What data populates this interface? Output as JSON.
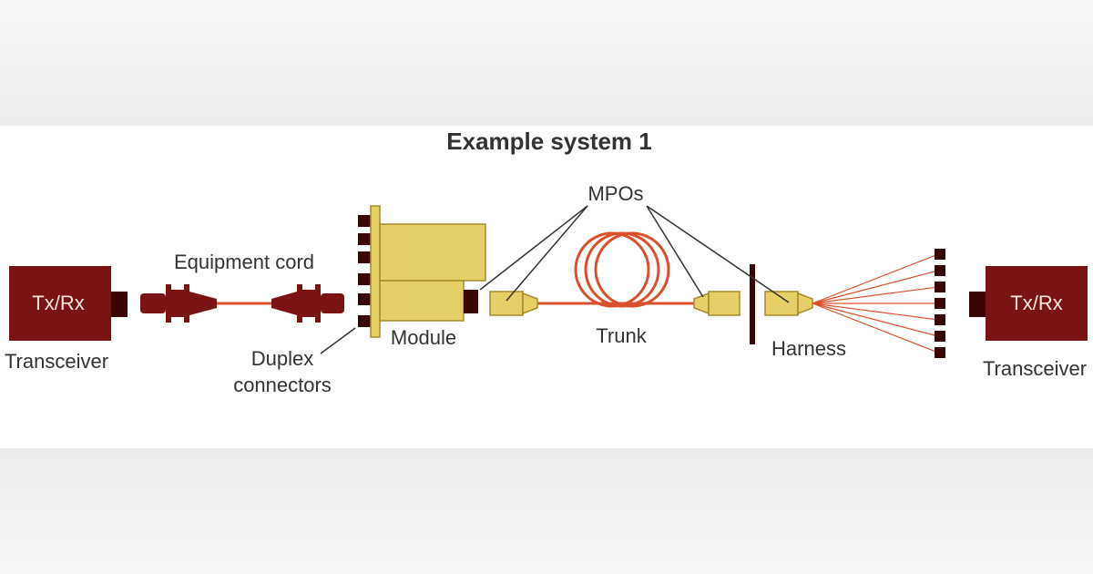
{
  "diagram": {
    "title": "Example system 1",
    "labels": {
      "equipment_cord": "Equipment cord",
      "duplex_line1": "Duplex",
      "duplex_line2": "connectors",
      "module": "Module",
      "mpos": "MPOs",
      "trunk": "Trunk",
      "harness": "Harness"
    },
    "transceivers": [
      {
        "box_label": "Tx/Rx",
        "caption": "Transceiver"
      },
      {
        "box_label": "Tx/Rx",
        "caption": "Transceiver"
      }
    ],
    "colors": {
      "maroon": "#7a1414",
      "dark": "#3a0505",
      "tan": "#e6cf66",
      "tan_outline": "#a88a2a",
      "fiber": "#d9512c"
    }
  }
}
